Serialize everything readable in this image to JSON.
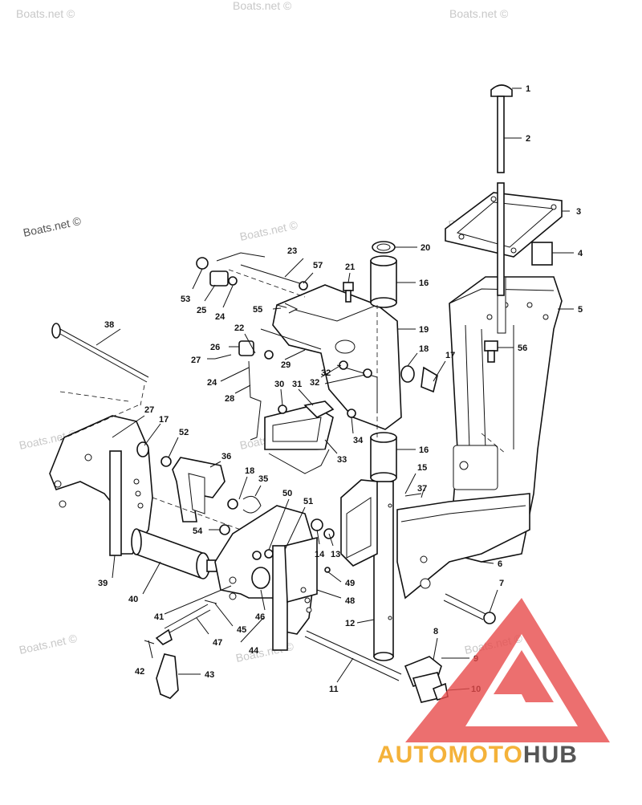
{
  "watermark": "Boats.net ©",
  "logo": {
    "auto": "AUTO",
    "moto": "MOTO",
    "hub": "HUB",
    "triangle_color": "#e74b4b",
    "auto_color": "#f4b23a",
    "hub_color": "#555555"
  },
  "callouts": [
    "1",
    "2",
    "3",
    "4",
    "5",
    "6",
    "7",
    "8",
    "9",
    "10",
    "11",
    "12",
    "13",
    "14",
    "15",
    "16",
    "16",
    "17",
    "17",
    "18",
    "18",
    "19",
    "20",
    "21",
    "22",
    "23",
    "24",
    "24",
    "25",
    "26",
    "27",
    "27",
    "28",
    "29",
    "30",
    "31",
    "32",
    "32",
    "33",
    "34",
    "35",
    "36",
    "37",
    "38",
    "39",
    "40",
    "41",
    "42",
    "43",
    "44",
    "45",
    "46",
    "47",
    "48",
    "49",
    "50",
    "51",
    "52",
    "53",
    "54",
    "55",
    "56",
    "57"
  ]
}
